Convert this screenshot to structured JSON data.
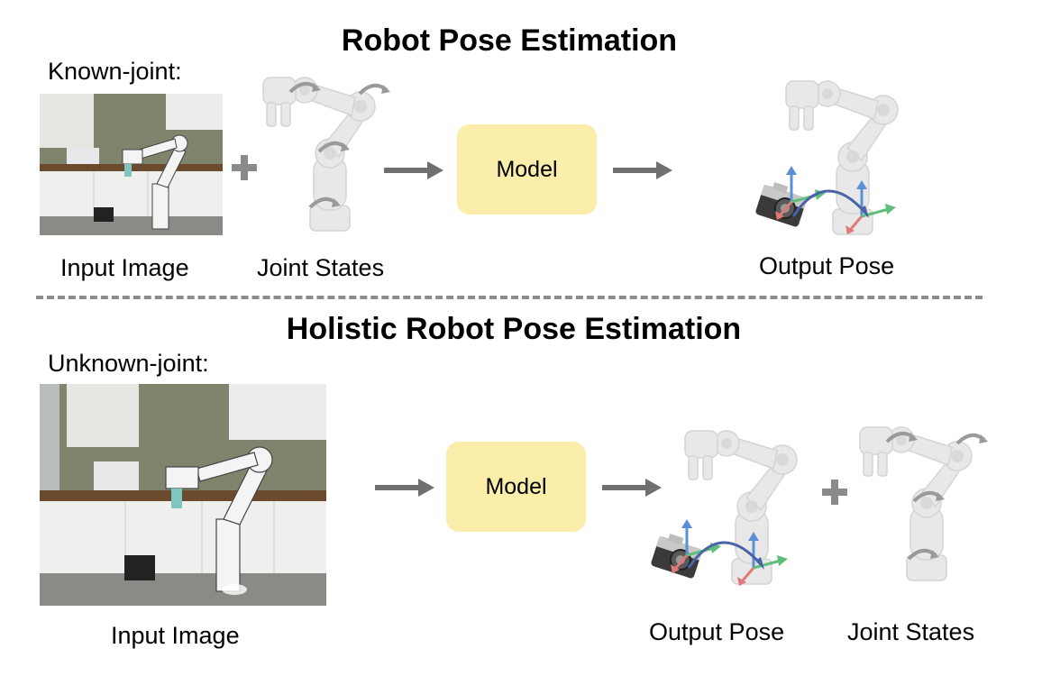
{
  "top": {
    "title": "Robot Pose Estimation",
    "subtitle": "Known-joint:",
    "input_label": "Input Image",
    "joints_label": "Joint States",
    "model_label": "Model",
    "output_label": "Output Pose"
  },
  "bottom": {
    "title": "Holistic Robot Pose Estimation",
    "subtitle": "Unknown-joint:",
    "input_label": "Input Image",
    "model_label": "Model",
    "output_label": "Output Pose",
    "joints_label": "Joint States"
  },
  "colors": {
    "model_fill": "#fbeeaa",
    "arrow": "#6f6f6f",
    "axis_red": "#e07a78",
    "axis_green": "#5fbf7a",
    "axis_blue": "#5b8fd6",
    "arc": "#4a62a8"
  }
}
